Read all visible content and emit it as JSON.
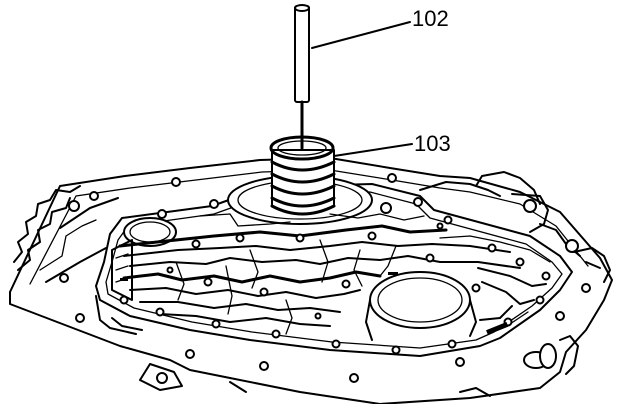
{
  "callouts": [
    {
      "id": "102",
      "label": "102"
    },
    {
      "id": "103",
      "label": "103"
    }
  ],
  "colors": {
    "ink": "#000000",
    "paper": "#ffffff"
  }
}
